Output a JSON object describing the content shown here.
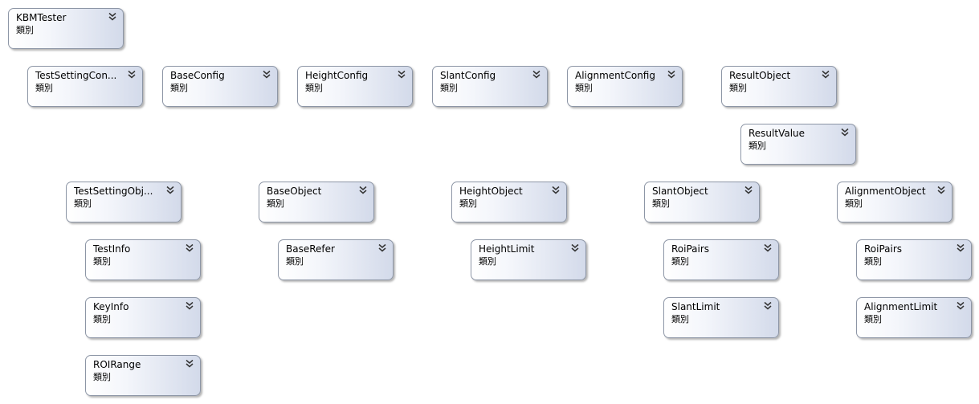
{
  "class_kind_label": "類別",
  "expand_icon": "double-chevron-down-icon",
  "classes": {
    "kbmtester": {
      "name": "KBMTester"
    },
    "testsettingconfig": {
      "name": "TestSettingCon..."
    },
    "baseconfig": {
      "name": "BaseConfig"
    },
    "heightconfig": {
      "name": "HeightConfig"
    },
    "slantconfig": {
      "name": "SlantConfig"
    },
    "alignmentconfig": {
      "name": "AlignmentConfig"
    },
    "resultobject": {
      "name": "ResultObject"
    },
    "resultvalue": {
      "name": "ResultValue"
    },
    "testsettingobject": {
      "name": "TestSettingObj..."
    },
    "baseobject": {
      "name": "BaseObject"
    },
    "heightobject": {
      "name": "HeightObject"
    },
    "slantobject": {
      "name": "SlantObject"
    },
    "alignmentobject": {
      "name": "AlignmentObject"
    },
    "testinfo": {
      "name": "TestInfo"
    },
    "baserefer": {
      "name": "BaseRefer"
    },
    "heightlimit": {
      "name": "HeightLimit"
    },
    "roipairs_slant": {
      "name": "RoiPairs"
    },
    "roipairs_alignment": {
      "name": "RoiPairs"
    },
    "keyinfo": {
      "name": "KeyInfo"
    },
    "slantlimit": {
      "name": "SlantLimit"
    },
    "alignmentlimit": {
      "name": "AlignmentLimit"
    },
    "roirange": {
      "name": "ROIRange"
    }
  }
}
